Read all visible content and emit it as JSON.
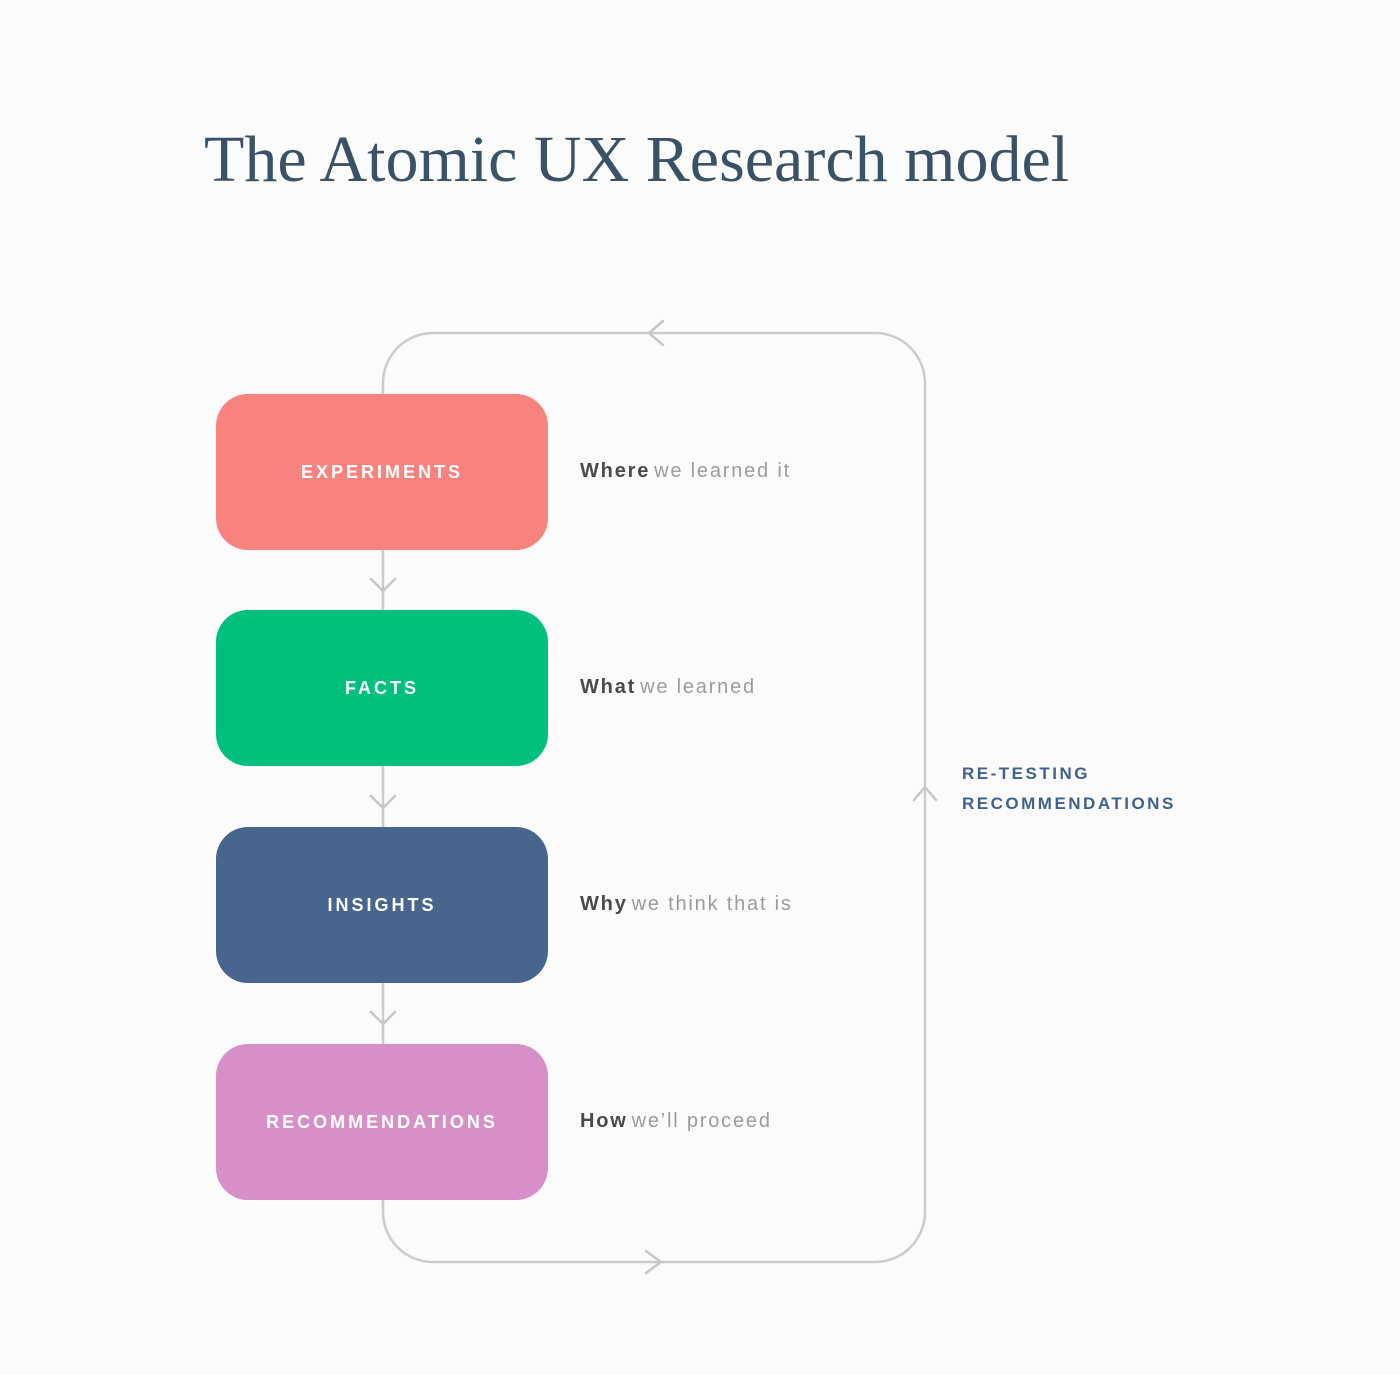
{
  "title": "The Atomic UX Research model",
  "stages": [
    {
      "label": "EXPERIMENTS",
      "color": "#f8827d",
      "question_word": "Where",
      "question_rest": "we learned it"
    },
    {
      "label": "FACTS",
      "color": "#00c07d",
      "question_word": "What",
      "question_rest": "we learned"
    },
    {
      "label": "INSIGHTS",
      "color": "#47658d",
      "question_word": "Why",
      "question_rest": "we think that is"
    },
    {
      "label": "RECOMMENDATIONS",
      "color": "#d78fc7",
      "question_word": "How",
      "question_rest": "we’ll proceed"
    }
  ],
  "loop": {
    "label_line1": "RE-TESTING",
    "label_line2": "RECOMMENDATIONS",
    "line_color": "#cbcbcb",
    "label_color": "#3e618f"
  },
  "title_color": "#3a5267"
}
